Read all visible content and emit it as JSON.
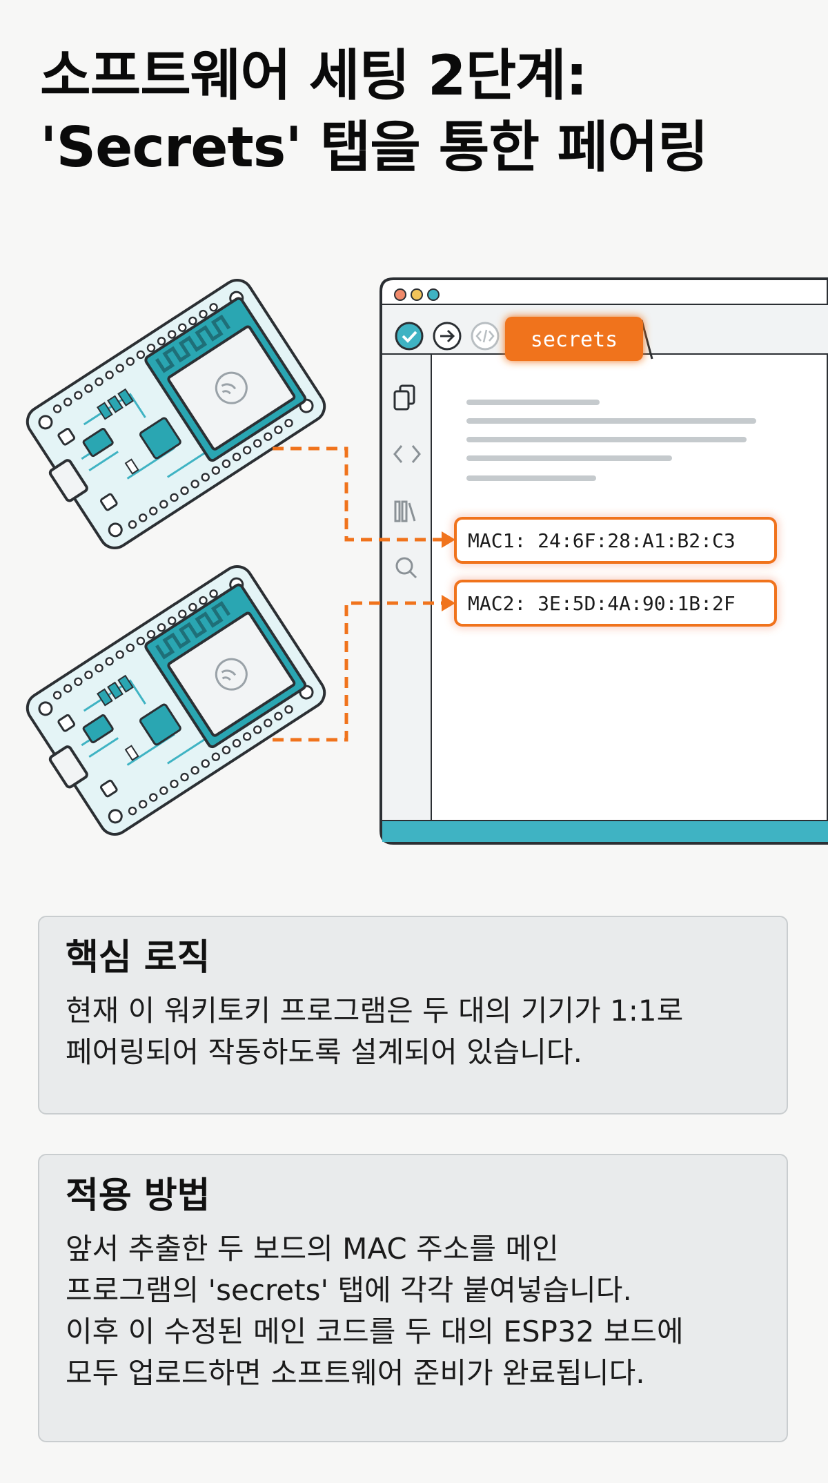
{
  "title": {
    "line1": "소프트웨어 세팅 2단계:",
    "line2": "'Secrets' 탭을 통한 페어링"
  },
  "editor": {
    "tab_label": "secrets",
    "mac_lines": [
      "MAC1: 24:6F:28:A1:B2:C3",
      "MAC2: 3E:5D:4A:90:1B:2F"
    ],
    "toolbar_icons": [
      "verify-icon",
      "upload-icon",
      "code-icon"
    ],
    "sidebar_icons": [
      "files-icon",
      "code-brackets-icon",
      "library-icon",
      "search-icon"
    ]
  },
  "cards": [
    {
      "heading": "핵심 로직",
      "lines": [
        "현재 이 워키토키 프로그램은 두 대의 기기가 1:1로",
        "페어링되어 작동하도록 설계되어 있습니다."
      ]
    },
    {
      "heading": "적용 방법",
      "lines": [
        "앞서 추출한 두 보드의 MAC 주소를 메인",
        "프로그램의 'secrets' 탭에 각각 붙여넣습니다.",
        "이후 이 수정된 메인 코드를 두 대의 ESP32 보드에",
        "모두 업로드하면 소프트웨어 준비가 완료됩니다."
      ]
    }
  ],
  "colors": {
    "accent": "#f0731c",
    "teal": "#3fb3c3",
    "board_fill": "#e3f4f6",
    "chip_teal": "#2aa6b2",
    "stroke": "#2b2f33"
  }
}
